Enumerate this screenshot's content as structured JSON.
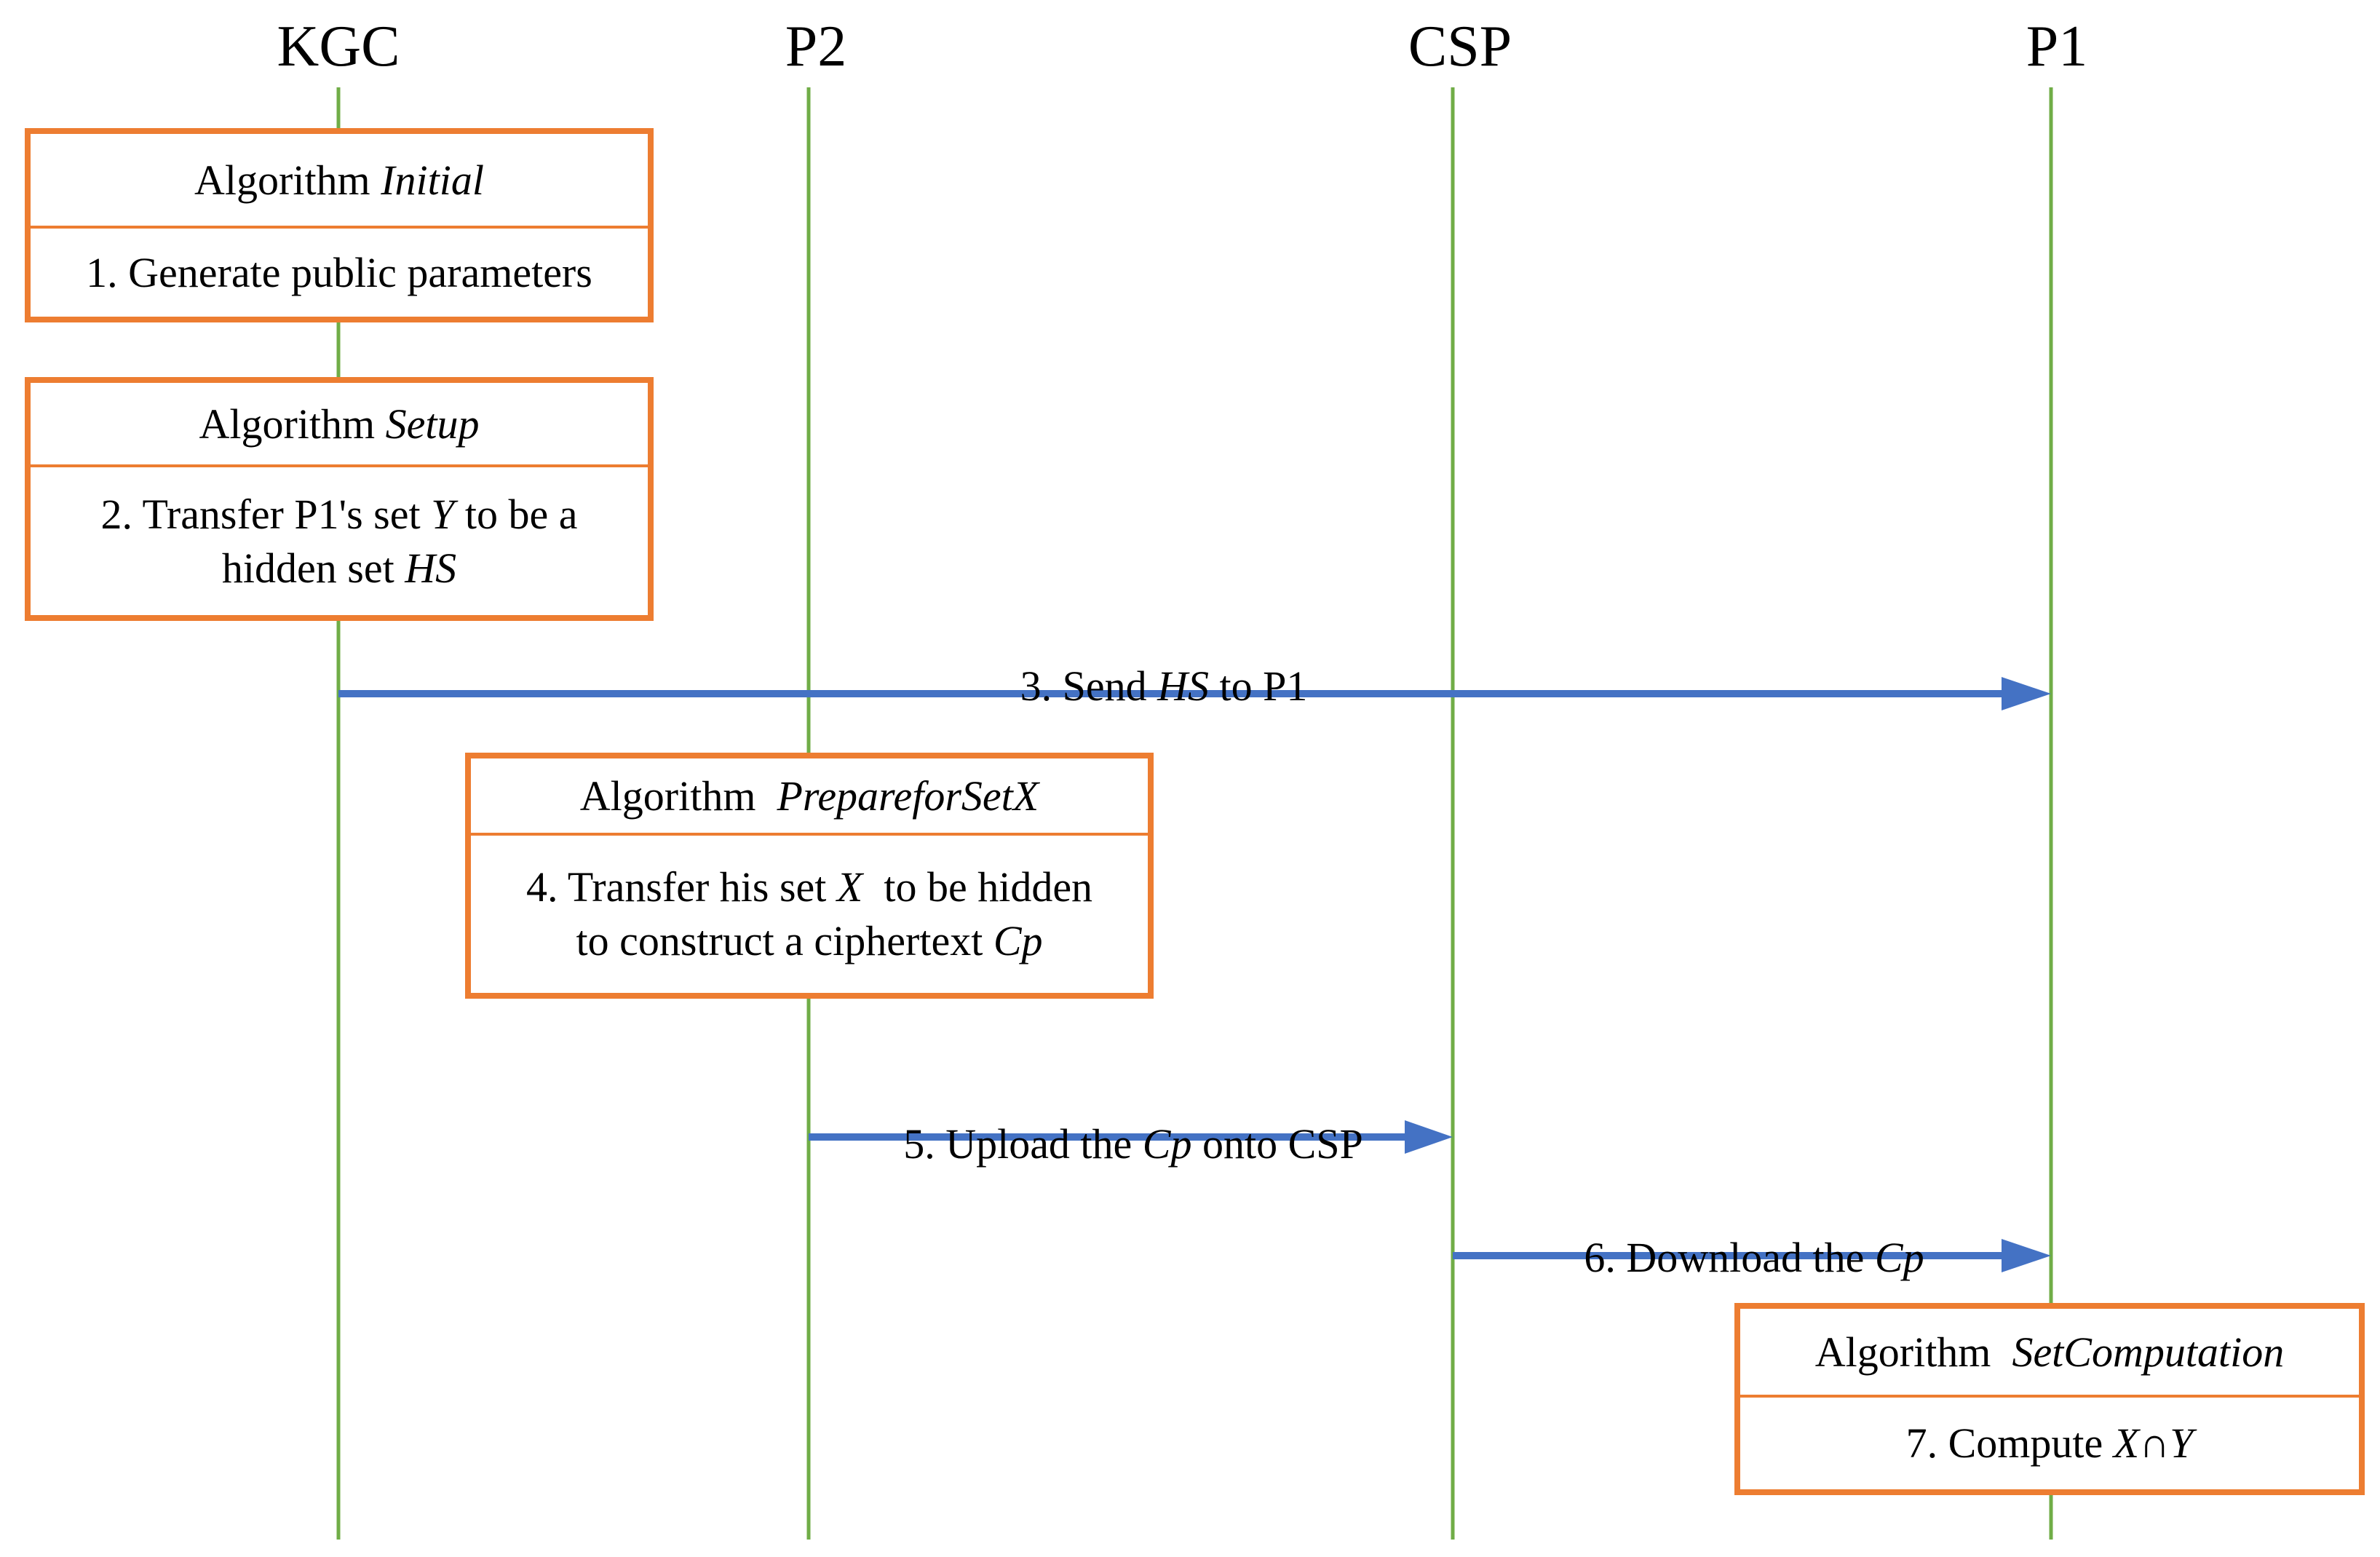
{
  "actors": {
    "kgc": "KGC",
    "p2": "P2",
    "csp": "CSP",
    "p1": "P1"
  },
  "boxes": {
    "initial": {
      "prefix": "Algorithm ",
      "name": "Initial",
      "step": "1. Generate public parameters"
    },
    "setup": {
      "prefix": "Algorithm ",
      "name": "Setup",
      "step_a": "2. Transfer P1's set ",
      "step_var": "Y",
      "step_b": " to be a",
      "step_line2_a": "hidden set ",
      "step_line2_var": "HS"
    },
    "prepare": {
      "prefix": "Algorithm  ",
      "name": "PrepareforSetX",
      "step_a": "4. Transfer his set ",
      "step_var": "X",
      "step_b": "  to be hidden",
      "step_line2_a": "to construct a ciphertext ",
      "step_line2_var": "Cp"
    },
    "setcomputation": {
      "prefix": "Algorithm  ",
      "name": "SetComputation",
      "step_a": "7. Compute ",
      "step_var": "X∩Y"
    }
  },
  "messages": {
    "send_hs": {
      "a": "3. Send ",
      "var": "HS",
      "b": " to P1"
    },
    "upload_cp": {
      "a": "5. Upload the ",
      "var": "Cp",
      "b": " onto CSP"
    },
    "download_cp": {
      "a": "6. Download the ",
      "var": "Cp"
    }
  },
  "colors": {
    "lifeline": "#70ad47",
    "box_border": "#ed7d31",
    "arrow": "#4472c4"
  }
}
